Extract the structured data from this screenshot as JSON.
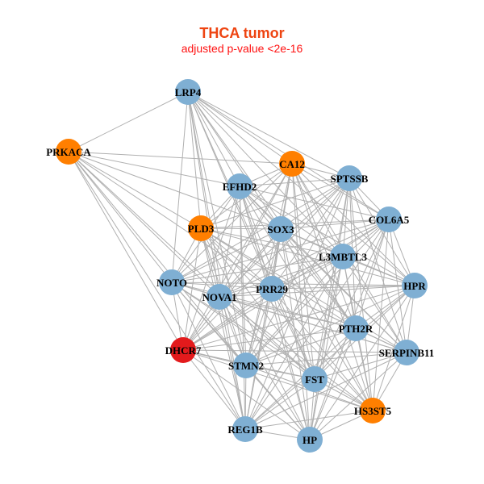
{
  "title": "THCA tumor",
  "subtitle": "adjusted p-value <2e-16",
  "colors": {
    "blue": "#7fafd3",
    "orange": "#ff7f00",
    "red": "#e31a1c",
    "edge": "#b0b0b0"
  },
  "nodes": [
    {
      "id": "LRP4",
      "color": "blue"
    },
    {
      "id": "PRKACA",
      "color": "orange"
    },
    {
      "id": "CA12",
      "color": "orange"
    },
    {
      "id": "SPTSSB",
      "color": "blue"
    },
    {
      "id": "EFHD2",
      "color": "blue"
    },
    {
      "id": "COL6A5",
      "color": "blue"
    },
    {
      "id": "PLD3",
      "color": "orange"
    },
    {
      "id": "SOX3",
      "color": "blue"
    },
    {
      "id": "L3MBTL3",
      "color": "blue"
    },
    {
      "id": "NOTO",
      "color": "blue"
    },
    {
      "id": "PRR29",
      "color": "blue"
    },
    {
      "id": "NOVA1",
      "color": "blue"
    },
    {
      "id": "HPR",
      "color": "blue"
    },
    {
      "id": "PTH2R",
      "color": "blue"
    },
    {
      "id": "DHCR7",
      "color": "red"
    },
    {
      "id": "SERPINB11",
      "color": "blue"
    },
    {
      "id": "STMN2",
      "color": "blue"
    },
    {
      "id": "FST",
      "color": "blue"
    },
    {
      "id": "HS3ST5",
      "color": "orange"
    },
    {
      "id": "REG1B",
      "color": "blue"
    },
    {
      "id": "HP",
      "color": "blue"
    }
  ],
  "restricted_neighbors": {
    "PRKACA": [
      "LRP4",
      "CA12",
      "EFHD2",
      "SOX3",
      "PLD3",
      "NOVA1",
      "NOTO",
      "DHCR7",
      "STMN2",
      "PRR29",
      "FST",
      "REG1B"
    ],
    "LRP4": [
      "PRKACA",
      "SPTSSB",
      "CA12",
      "COL6A5",
      "EFHD2",
      "PLD3",
      "NOTO",
      "NOVA1",
      "SOX3",
      "PRR29",
      "L3MBTL3",
      "STMN2",
      "REG1B",
      "FST",
      "HPR",
      "PTH2R"
    ]
  }
}
